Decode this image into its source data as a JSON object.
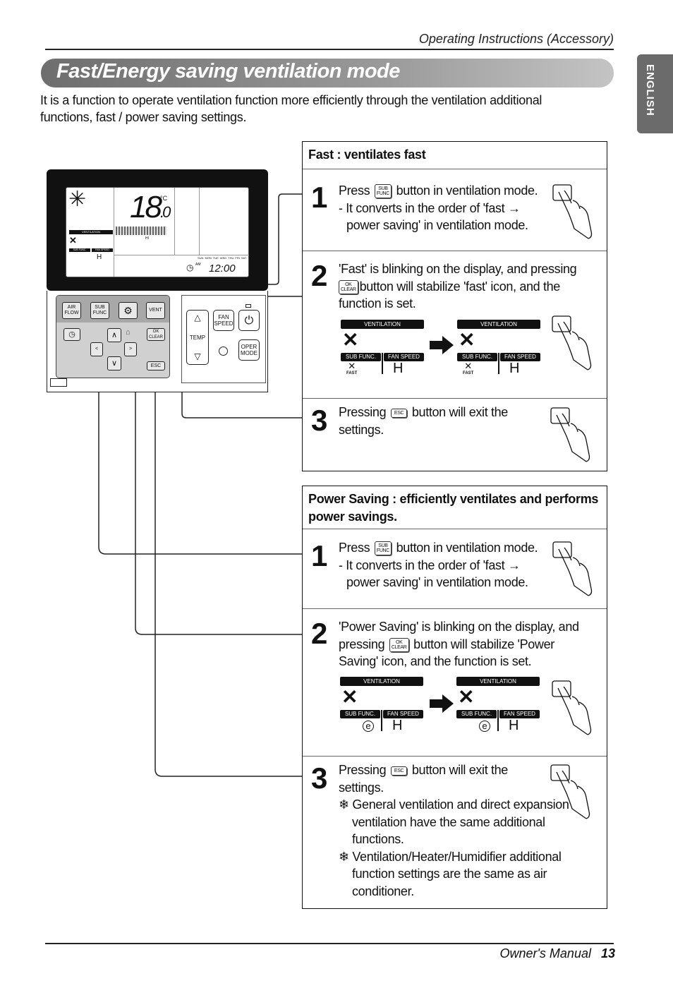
{
  "header": {
    "section": "Operating Instructions (Accessory)"
  },
  "title": "Fast/Energy saving ventilation mode",
  "side_tab": "ENGLISH",
  "intro": "It is a function to operate ventilation function more efficiently through the ventilation additional functions, fast / power saving settings.",
  "remote": {
    "temp": "18",
    "temp_dec": ".0",
    "unit": "°C",
    "fan_label": "HI",
    "ventilation": "VENTILATION",
    "sub_func": "SUB FUNC.",
    "fan_speed": "FAN SPEED",
    "fan_value": "H",
    "days": [
      "SUN",
      "MON",
      "TUE",
      "WED",
      "THU",
      "FRI",
      "SAT"
    ],
    "am": "AM",
    "time": "12:00",
    "buttons": {
      "air_flow": "AIR FLOW",
      "sub_func": "SUB FUNC",
      "vent": "VENT",
      "ok": "OK",
      "clear": "CLEAR",
      "esc": "ESC",
      "fan_speed": "FAN SPEED",
      "temp": "TEMP",
      "oper_mode": "OPER MODE",
      "left": "<",
      "right": ">",
      "up": "∧",
      "down": "∨"
    }
  },
  "fast": {
    "heading": "Fast : ventilates fast",
    "steps": [
      {
        "num": "1",
        "pre": "Press",
        "post": "button in ventilation mode.",
        "line2": "- It converts in the order of 'fast →",
        "line3": "power saving' in ventilation mode."
      },
      {
        "num": "2",
        "line1": "'Fast' is blinking on the display, and pressing",
        "line2": "button will stabilize 'fast' icon, and the",
        "line3": "function is set."
      },
      {
        "num": "3",
        "pre": "Pressing",
        "post": "button will exit the",
        "line2": "settings."
      }
    ],
    "icon_label": "FAST"
  },
  "power": {
    "heading": "Power Saving : efficiently ventilates and performs power savings.",
    "steps": [
      {
        "num": "1",
        "pre": "Press",
        "post": "button in ventilation mode.",
        "line2": "- It converts in the order of 'fast →",
        "line3": "power saving' in ventilation mode."
      },
      {
        "num": "2",
        "line1": "'Power Saving' is blinking on the display, and",
        "pre2": "pressing",
        "post2": "button will stabilize 'Power",
        "line3": "Saving' icon, and the function is set."
      },
      {
        "num": "3",
        "pre": "Pressing",
        "post": "button will exit the",
        "line2": "settings.",
        "notes": [
          "❄ General ventilation and direct expansion ventilation have the same additional functions.",
          "❄ Ventilation/Heater/Humidifier additional function settings are the same as air conditioner."
        ]
      }
    ],
    "icon_label": "e"
  },
  "footer": {
    "label": "Owner's Manual",
    "page": "13"
  }
}
